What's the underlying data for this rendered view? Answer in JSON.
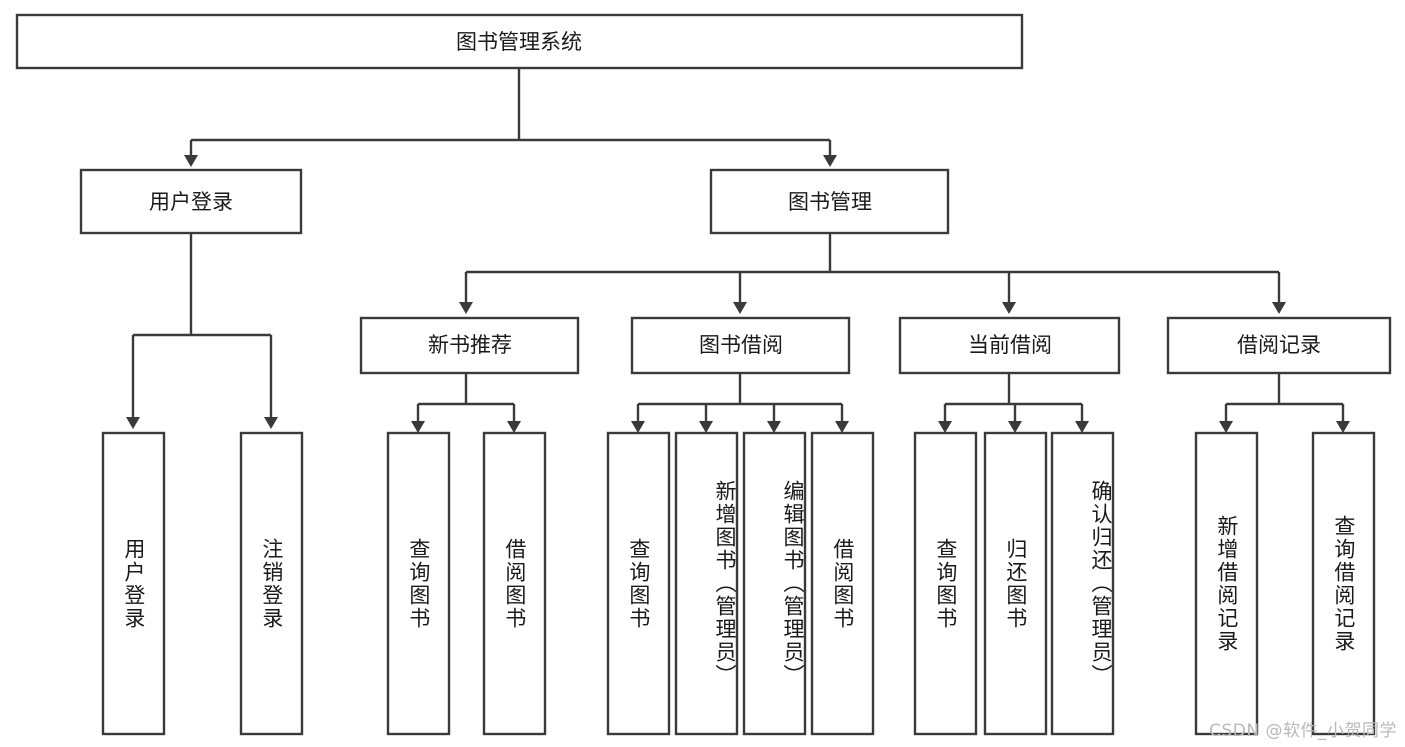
{
  "diagram": {
    "type": "tree",
    "title": "图书管理系统",
    "orientation": "top-down",
    "watermark": "CSDN @软件_小贺同学",
    "colors": {
      "stroke": "#3a3a3a",
      "fill": "#ffffff",
      "text": "#1a1a1a",
      "watermark": "#b9b9b9"
    },
    "nodes": {
      "root": {
        "label": "图书管理系统"
      },
      "level1": [
        {
          "id": "user-login",
          "label": "用户登录"
        },
        {
          "id": "book-manage",
          "label": "图书管理"
        }
      ],
      "level2": [
        {
          "id": "new-book-recommend",
          "label": "新书推荐",
          "parent": "book-manage"
        },
        {
          "id": "book-borrow",
          "label": "图书借阅",
          "parent": "book-manage"
        },
        {
          "id": "current-borrow",
          "label": "当前借阅",
          "parent": "book-manage"
        },
        {
          "id": "borrow-record",
          "label": "借阅记录",
          "parent": "book-manage"
        }
      ],
      "leaves": [
        {
          "id": "leaf-user-login",
          "label": "用户登录",
          "parent": "user-login"
        },
        {
          "id": "leaf-user-logout",
          "label": "注销登录",
          "parent": "user-login"
        },
        {
          "id": "leaf-query-book-1",
          "label": "查询图书",
          "parent": "new-book-recommend"
        },
        {
          "id": "leaf-borrow-book-1",
          "label": "借阅图书",
          "parent": "new-book-recommend"
        },
        {
          "id": "leaf-query-book-2",
          "label": "查询图书",
          "parent": "book-borrow"
        },
        {
          "id": "leaf-add-book",
          "label": "新增图书（管理员）",
          "parent": "book-borrow"
        },
        {
          "id": "leaf-edit-book",
          "label": "编辑图书（管理员）",
          "parent": "book-borrow"
        },
        {
          "id": "leaf-borrow-book-2",
          "label": "借阅图书",
          "parent": "book-borrow"
        },
        {
          "id": "leaf-query-book-3",
          "label": "查询图书",
          "parent": "current-borrow"
        },
        {
          "id": "leaf-return-book",
          "label": "归还图书",
          "parent": "current-borrow"
        },
        {
          "id": "leaf-confirm-return",
          "label": "确认归还（管理员）",
          "parent": "current-borrow"
        },
        {
          "id": "leaf-add-record",
          "label": "新增借阅记录",
          "parent": "borrow-record"
        },
        {
          "id": "leaf-query-record",
          "label": "查询借阅记录",
          "parent": "borrow-record"
        }
      ]
    }
  }
}
